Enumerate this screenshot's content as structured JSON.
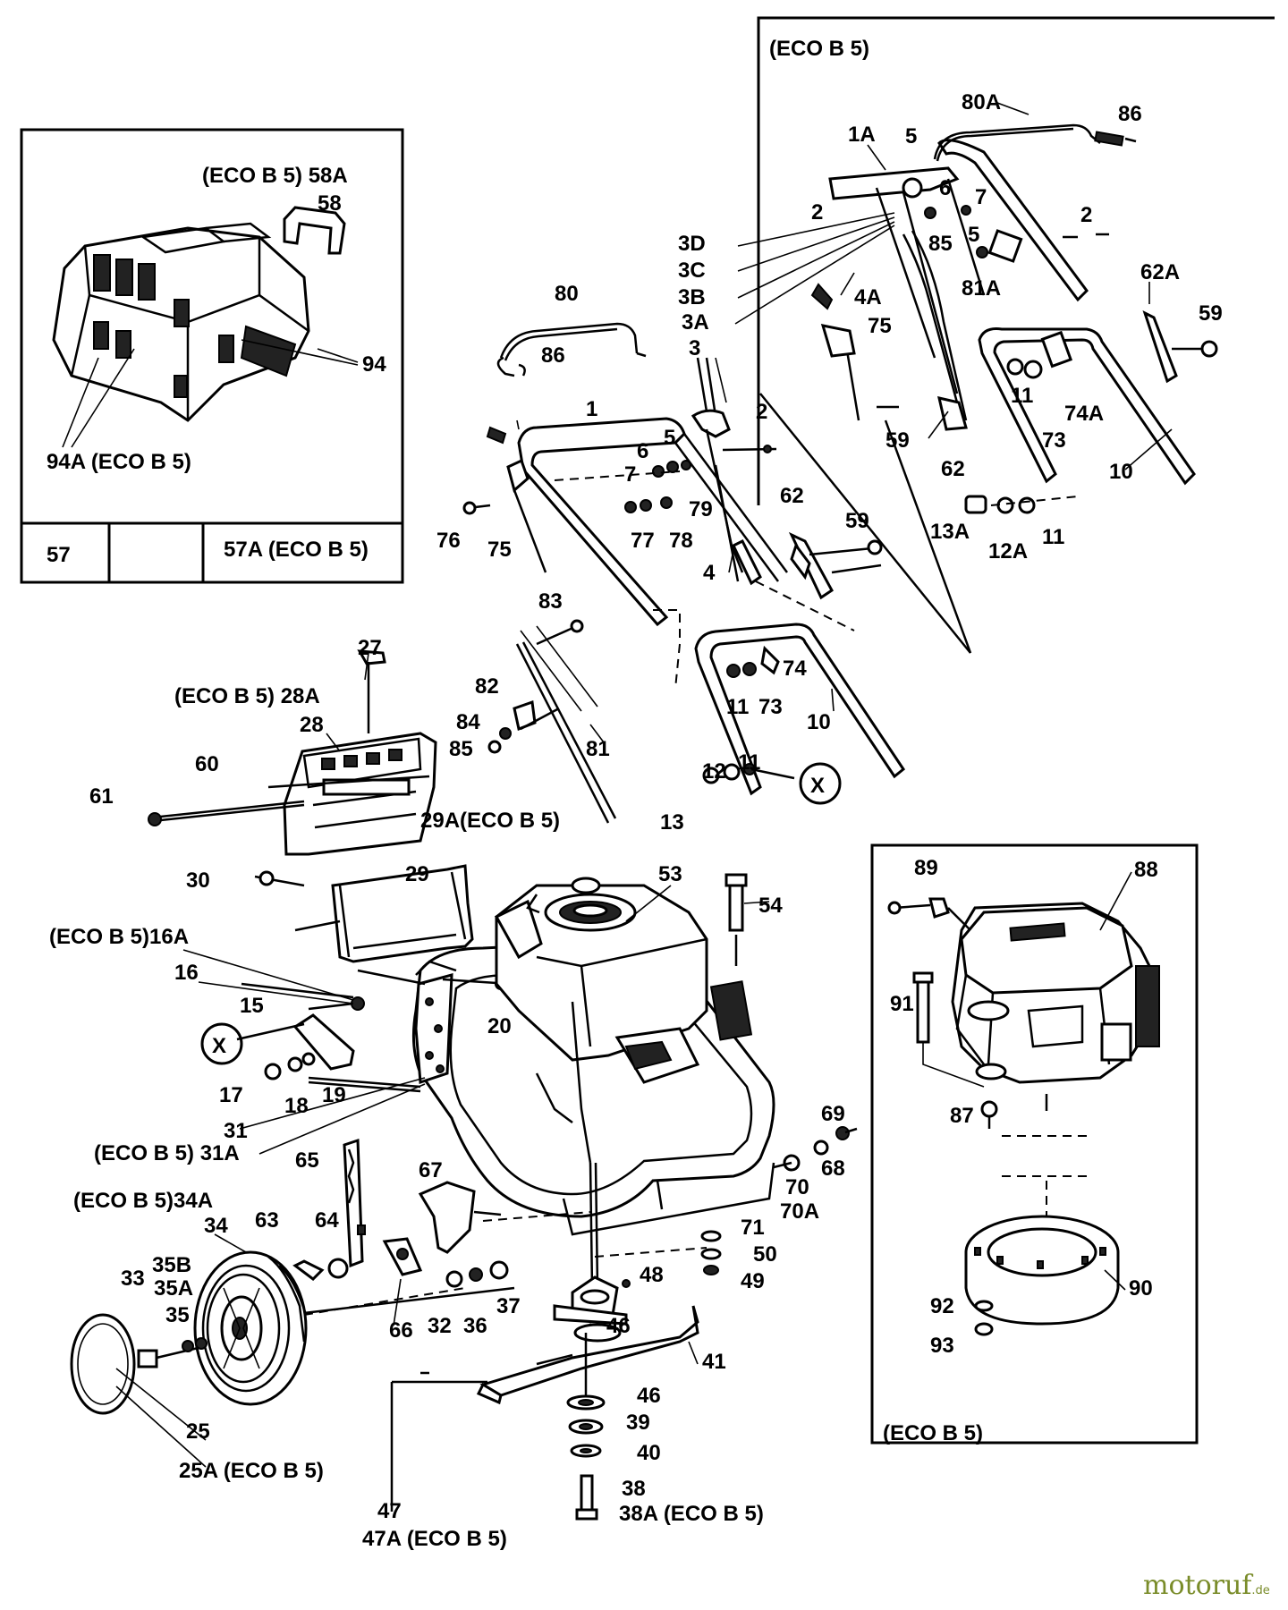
{
  "variant_tag": "(ECO B 5)",
  "insets": {
    "grass_bag": {
      "tag": "(ECO B 5)",
      "labels": {
        "58A": "58A",
        "58": "58",
        "94": "94",
        "94A": "94A",
        "57": "57",
        "57A": "57A"
      }
    },
    "engine_variant": {
      "tag": "(ECO B 5)"
    },
    "handle_variant": {
      "tag": "(ECO B 5)"
    }
  },
  "part_labels": {
    "p1": "1",
    "p1A": "1A",
    "p2": "2",
    "p3": "3",
    "p3A": "3A",
    "p3B": "3B",
    "p3C": "3C",
    "p3D": "3D",
    "p4": "4",
    "p4A": "4A",
    "p5": "5",
    "p6": "6",
    "p7": "7",
    "p10": "10",
    "p11": "11",
    "p12": "12",
    "p12A": "12A",
    "p13": "13",
    "p13A": "13A",
    "p15": "15",
    "p16": "16",
    "p16A": "16A",
    "p17": "17",
    "p18": "18",
    "p19": "19",
    "p20": "20",
    "p25": "25",
    "p25A": "25A",
    "p27": "27",
    "p28": "28",
    "p28A": "28A",
    "p29": "29",
    "p29A": "29A",
    "p30": "30",
    "p31": "31",
    "p31A": "31A",
    "p32": "32",
    "p33": "33",
    "p34": "34",
    "p34A": "34A",
    "p35": "35",
    "p35A": "35A",
    "p35B": "35B",
    "p36": "36",
    "p37": "37",
    "p38": "38",
    "p38A": "38A",
    "p39": "39",
    "p40": "40",
    "p41": "41",
    "p46": "46",
    "p47": "47",
    "p47A": "47A",
    "p48": "48",
    "p49": "49",
    "p50": "50",
    "p53": "53",
    "p54": "54",
    "p59": "59",
    "p60": "60",
    "p61": "61",
    "p62": "62",
    "p62A": "62A",
    "p63": "63",
    "p64": "64",
    "p65": "65",
    "p66": "66",
    "p67": "67",
    "p68": "68",
    "p69": "69",
    "p70": "70",
    "p70A": "70A",
    "p71": "71",
    "p73": "73",
    "p74": "74",
    "p74A": "74A",
    "p75": "75",
    "p76": "76",
    "p77": "77",
    "p78": "78",
    "p79": "79",
    "p80": "80",
    "p80A": "80A",
    "p81": "81",
    "p81A": "81A",
    "p82": "82",
    "p83": "83",
    "p84": "84",
    "p85": "85",
    "p86": "86",
    "p87": "87",
    "p88": "88",
    "p89": "89",
    "p90": "90",
    "p91": "91",
    "p92": "92",
    "p93": "93",
    "x_marker": "X"
  },
  "watermark": {
    "brand_part1": "motoruf",
    "brand_part2": "",
    "tld": ".de"
  },
  "colors": {
    "ink": "#000000",
    "background": "#ffffff",
    "watermark": "#7a8c2a"
  }
}
